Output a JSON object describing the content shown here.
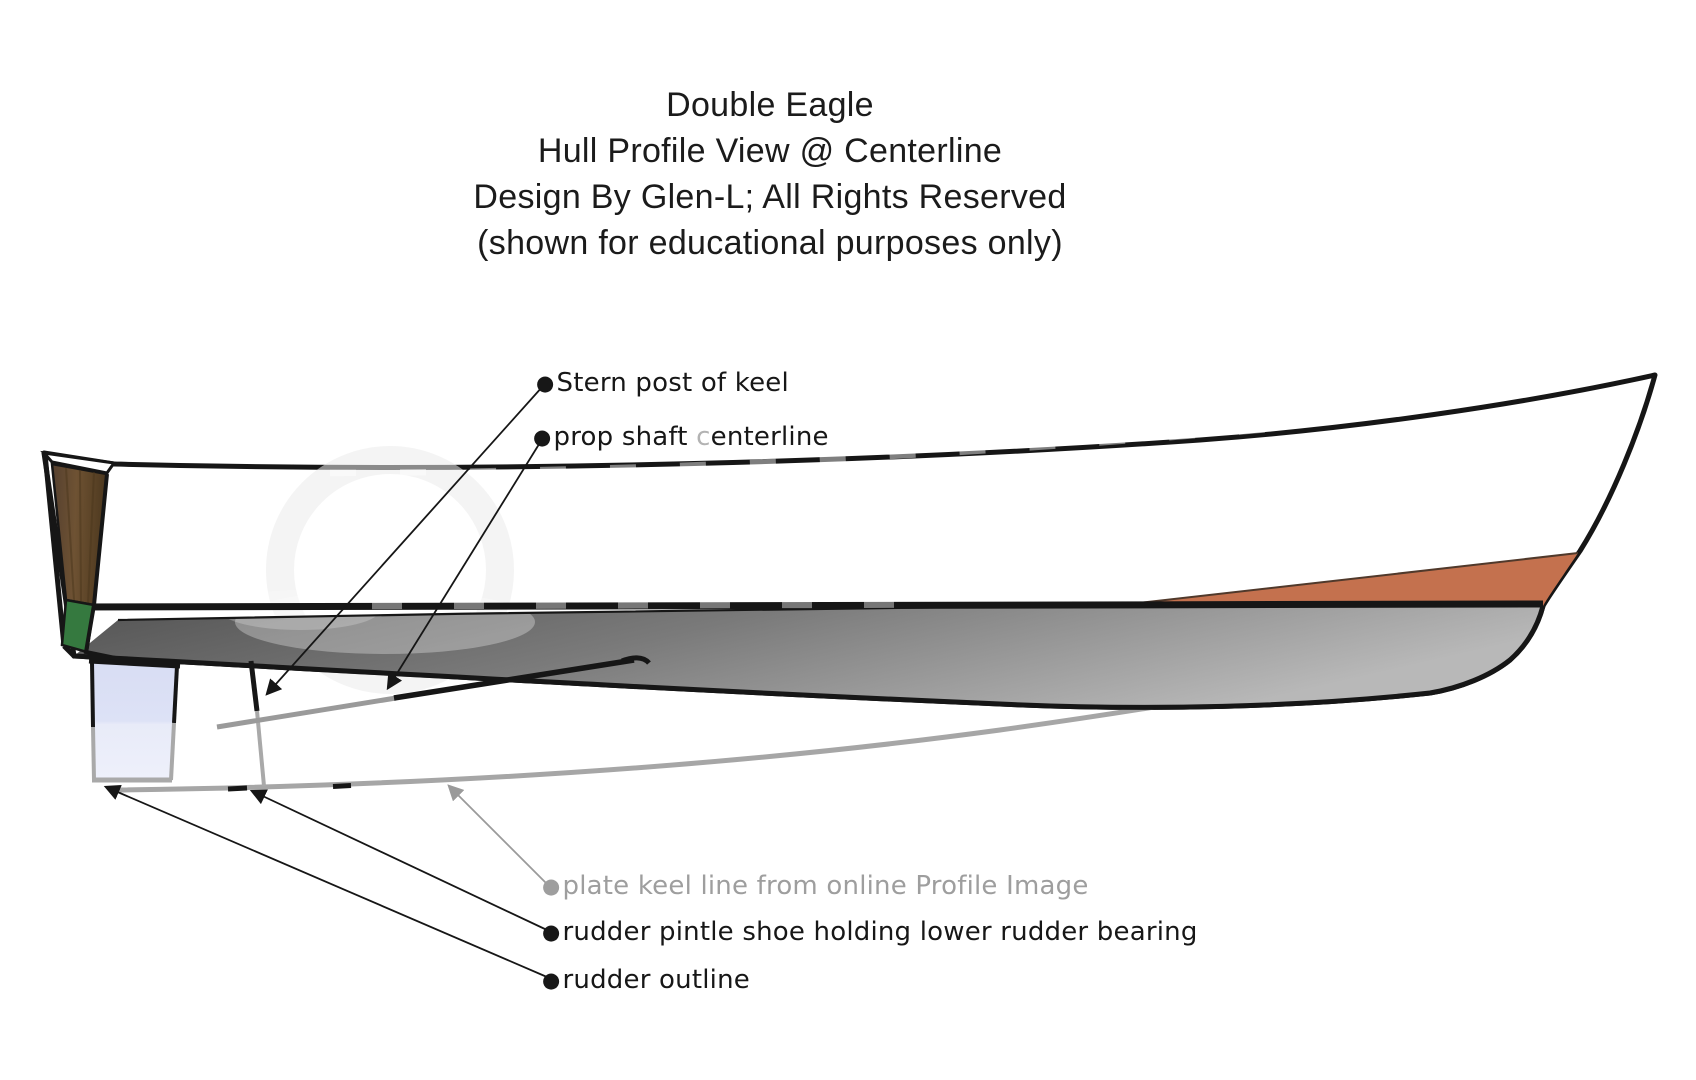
{
  "title": {
    "lines": [
      "Double Eagle",
      "Hull Profile View @ Centerline",
      "Design By Glen-L; All Rights Reserved",
      "(shown for educational purposes only)"
    ]
  },
  "labels": {
    "stern_post": {
      "bullet": "●",
      "text": "Stern post of keel"
    },
    "prop_shaft": {
      "bullet": "●",
      "pre": "prop shaft ",
      "highlight": "c",
      "post": "enterline"
    },
    "plate_keel": {
      "bullet": "●",
      "text": "plate keel line from online Profile Image"
    },
    "rudder_pintle": {
      "bullet": "●",
      "text": "rudder pintle shoe holding lower rudder bearing"
    },
    "rudder_outline": {
      "bullet": "●",
      "text": "rudder outline"
    }
  },
  "colors": {
    "outline": "#161616",
    "hull_white": "#ffffff",
    "transom_wood": "#63482a",
    "transom_green": "#35793f",
    "boot_stripe_orange": "#c4714e",
    "bottom_shade_dark": "#555555",
    "bottom_shade_light": "#b8b8b8",
    "rudder_fill": "#dde2f6",
    "plate_keel_line_grey": "#a6a6a6",
    "leader_grey": "#999999",
    "label_grey": "#9e9e9e",
    "highlight_letter_grey": "#b3b3b3"
  }
}
